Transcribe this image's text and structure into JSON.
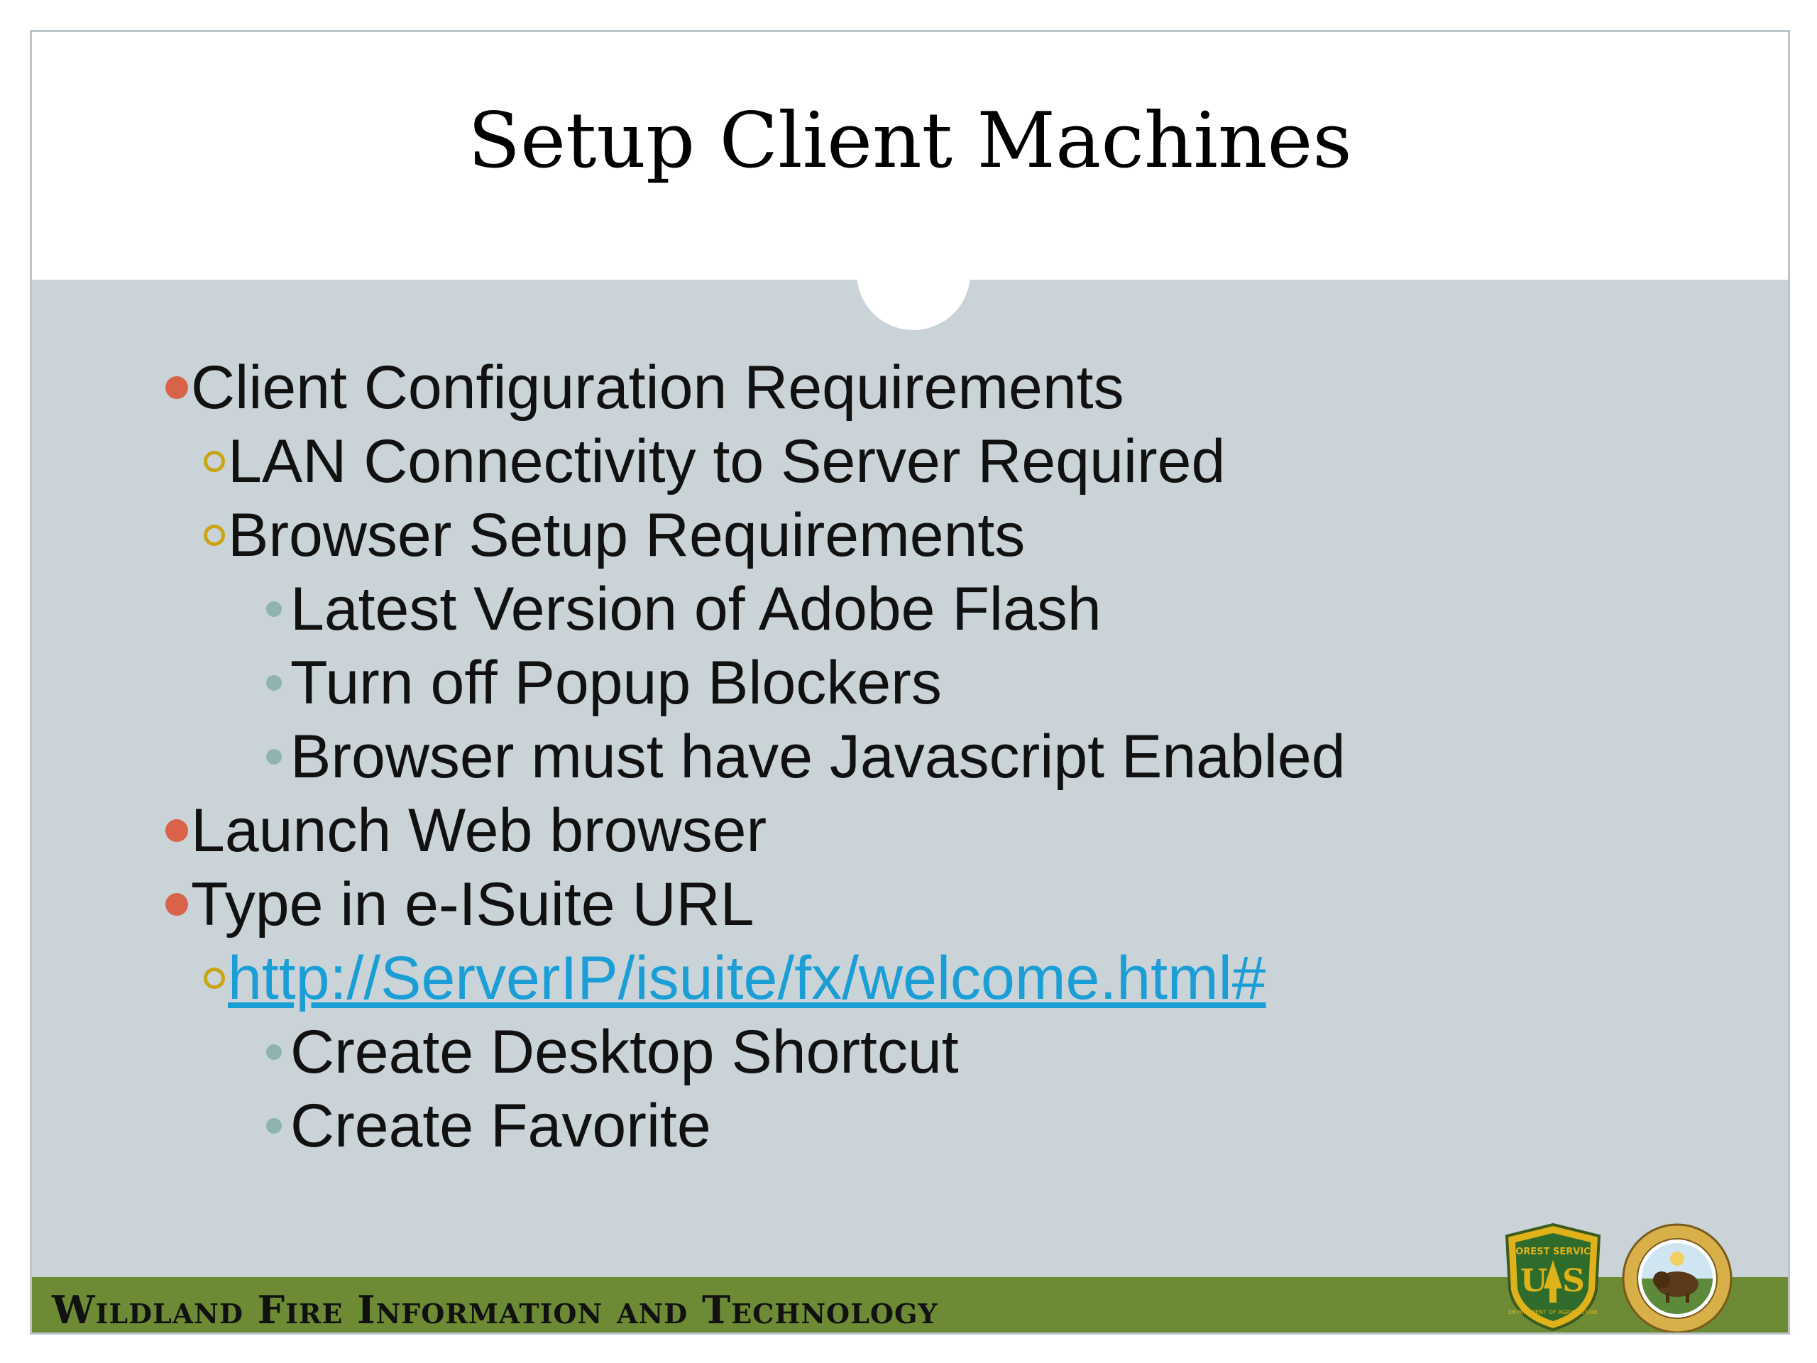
{
  "slide": {
    "title": "Setup Client Machines",
    "footer": "Wildland Fire Information and Technology",
    "logos": {
      "forest_service": "US Forest Service shield (USDA) logo",
      "interior": "U.S. Department of the Interior seal"
    },
    "colors": {
      "background": "#c9d3d8",
      "footer": "#6d8a35",
      "bullet_level1": "#d9634a",
      "bullet_level2": "#c9a514",
      "bullet_level3": "#8fb3b3",
      "link": "#1b9ed6"
    }
  },
  "bullets": [
    {
      "level": 1,
      "text": "Client Configuration Requirements"
    },
    {
      "level": 2,
      "text": "LAN Connectivity to Server Required"
    },
    {
      "level": 2,
      "text": "Browser Setup Requirements"
    },
    {
      "level": 3,
      "text": "Latest Version of Adobe Flash"
    },
    {
      "level": 3,
      "text": "Turn off Popup Blockers"
    },
    {
      "level": 3,
      "text": "Browser must have Javascript Enabled"
    },
    {
      "level": 1,
      "text": "Launch Web browser"
    },
    {
      "level": 1,
      "text": "Type in e-ISuite URL"
    },
    {
      "level": 2,
      "text": "http://ServerIP/isuite/fx/welcome.html#",
      "link": true
    },
    {
      "level": 3,
      "text": "Create Desktop Shortcut"
    },
    {
      "level": 3,
      "text": "Create Favorite"
    }
  ]
}
